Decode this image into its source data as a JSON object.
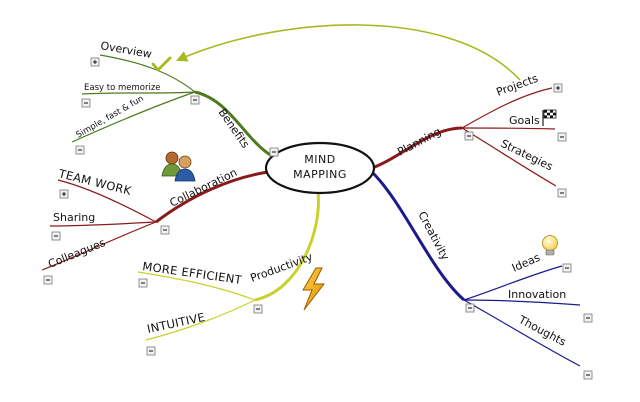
{
  "center": {
    "line1": "MIND",
    "line2": "MAPPING"
  },
  "branches": {
    "benefits": "Benefits",
    "collaboration": "Collaboration",
    "productivity": "Productivity",
    "planning": "Planning",
    "creativity": "Creativity"
  },
  "leaves": {
    "overview": "Overview",
    "easy": "Easy to memorize",
    "simple": "Simple, fast & fun",
    "teamwork": "TEAM WORK",
    "sharing": "Sharing",
    "colleagues": "Colleagues",
    "efficient": "MORE EFFICIENT",
    "intuitive": "INTUITIVE",
    "projects": "Projects",
    "goals": "Goals",
    "strategies": "Strategies",
    "ideas": "Ideas",
    "innovation": "Innovation",
    "thoughts": "Thoughts"
  },
  "colors": {
    "benefits": "#4f7a1f",
    "collaboration": "#8b1a1a",
    "productivity": "#c9d22a",
    "planning": "#8b1a1a",
    "creativity": "#1a1a8c",
    "link": "#a8b820"
  },
  "icons": [
    "checkmark-icon",
    "people-icon",
    "lightning-icon",
    "checkered-flag-icon",
    "lightbulb-icon"
  ]
}
